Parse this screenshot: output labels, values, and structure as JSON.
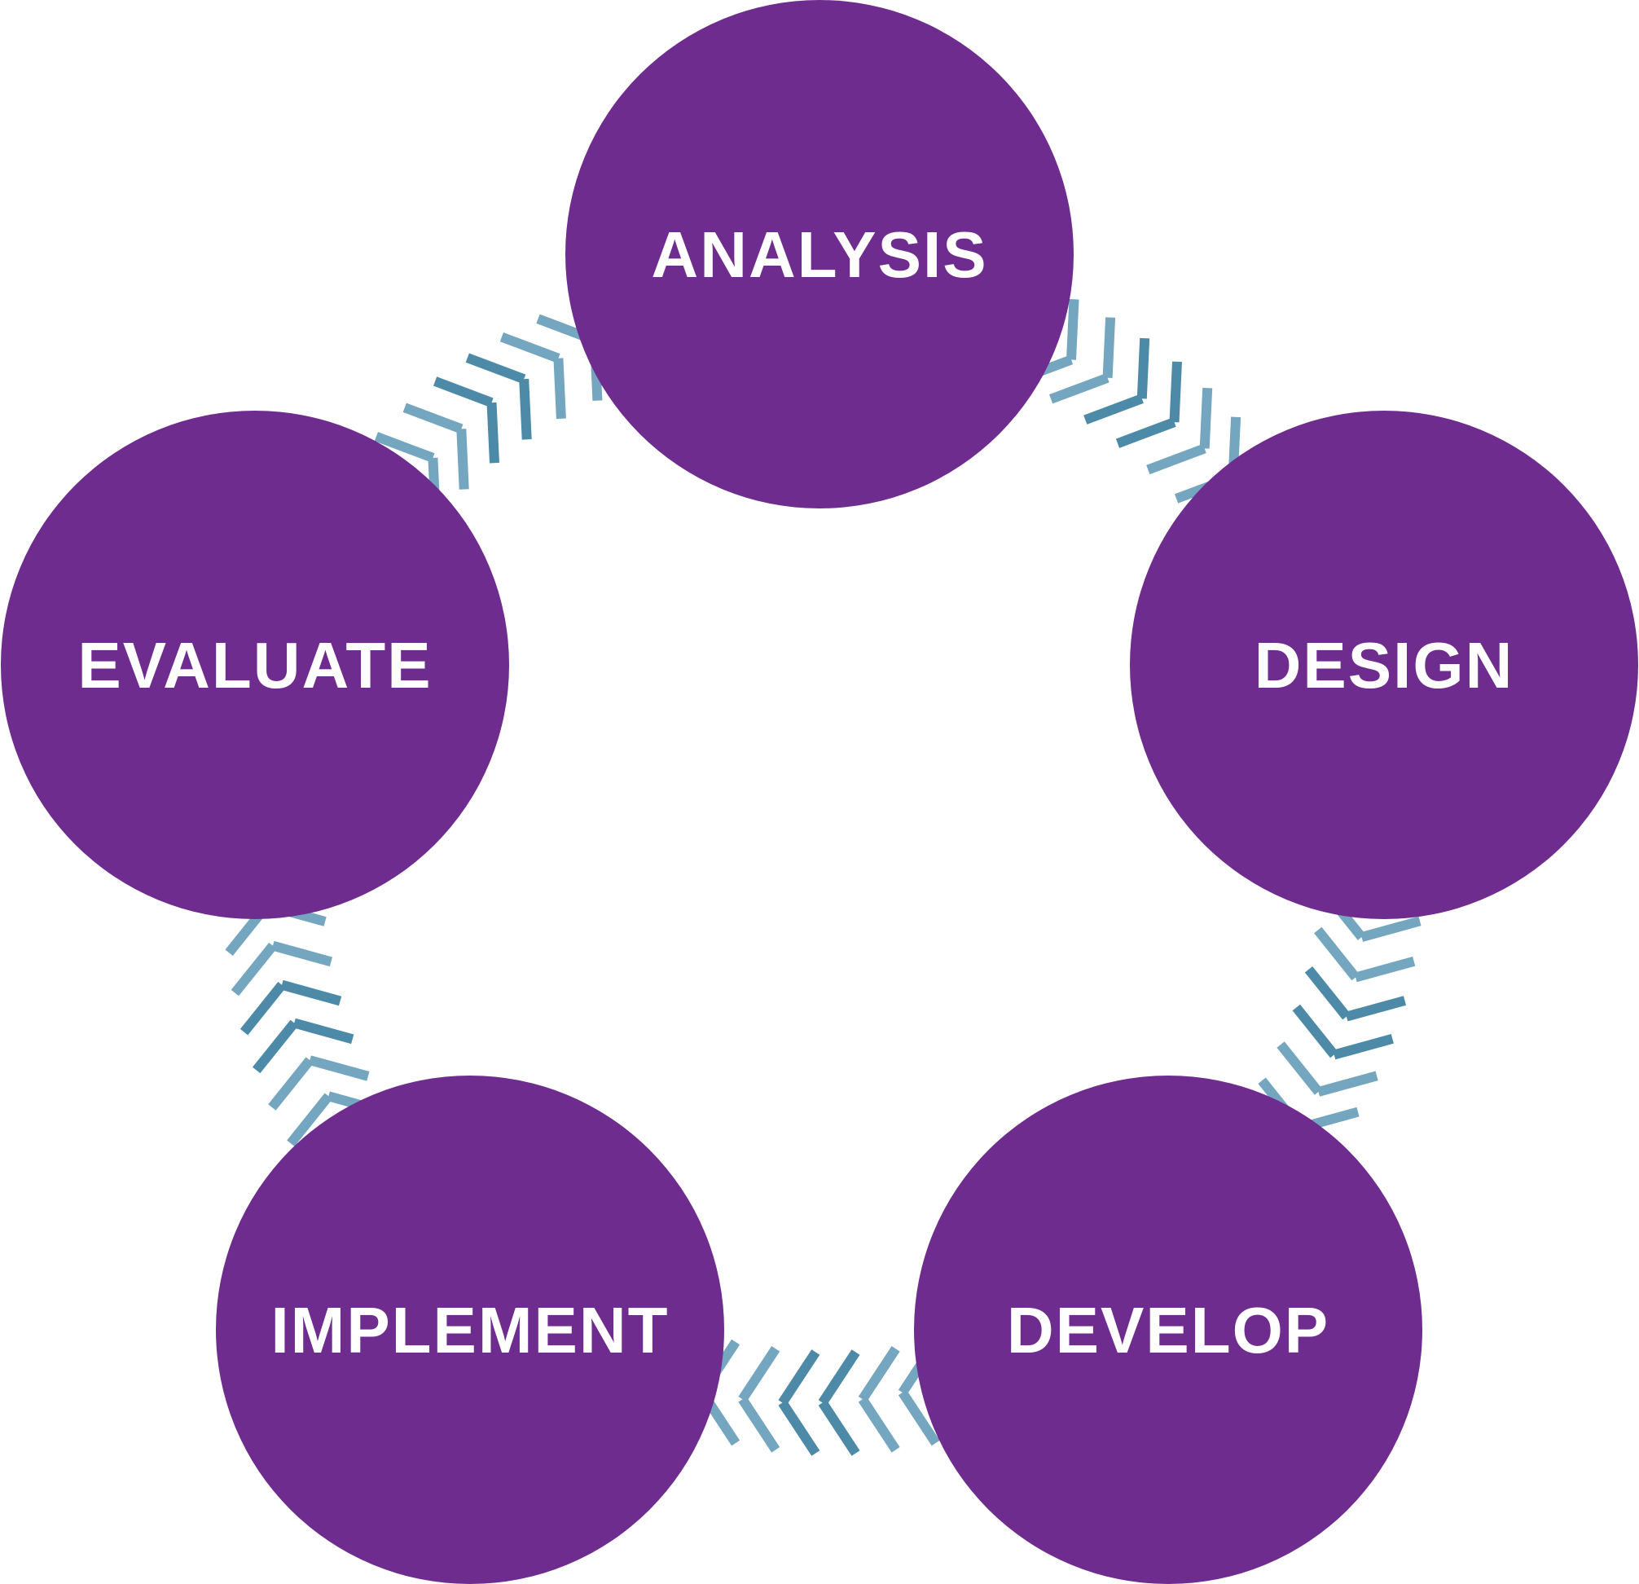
{
  "diagram": {
    "type": "cycle",
    "colors": {
      "stage_fill": "#6f2c8f",
      "stage_text": "#ffffff",
      "chevron_dark": "#4c8aa8",
      "chevron_mid": "#74a6c0",
      "chevron_light": "#a3c3d3"
    },
    "stages": [
      {
        "id": "analysis",
        "label": "ANALYSIS"
      },
      {
        "id": "design",
        "label": "DESIGN"
      },
      {
        "id": "develop",
        "label": "DEVELOP"
      },
      {
        "id": "implement",
        "label": "IMPLEMENT"
      },
      {
        "id": "evaluate",
        "label": "EVALUATE"
      }
    ],
    "connectors": [
      {
        "from": "analysis",
        "to": "design",
        "icon": "chevron-arrow-icon"
      },
      {
        "from": "design",
        "to": "develop",
        "icon": "chevron-arrow-icon"
      },
      {
        "from": "develop",
        "to": "implement",
        "icon": "chevron-arrow-icon"
      },
      {
        "from": "implement",
        "to": "evaluate",
        "icon": "chevron-arrow-icon"
      },
      {
        "from": "evaluate",
        "to": "analysis",
        "icon": "chevron-arrow-icon"
      }
    ]
  }
}
